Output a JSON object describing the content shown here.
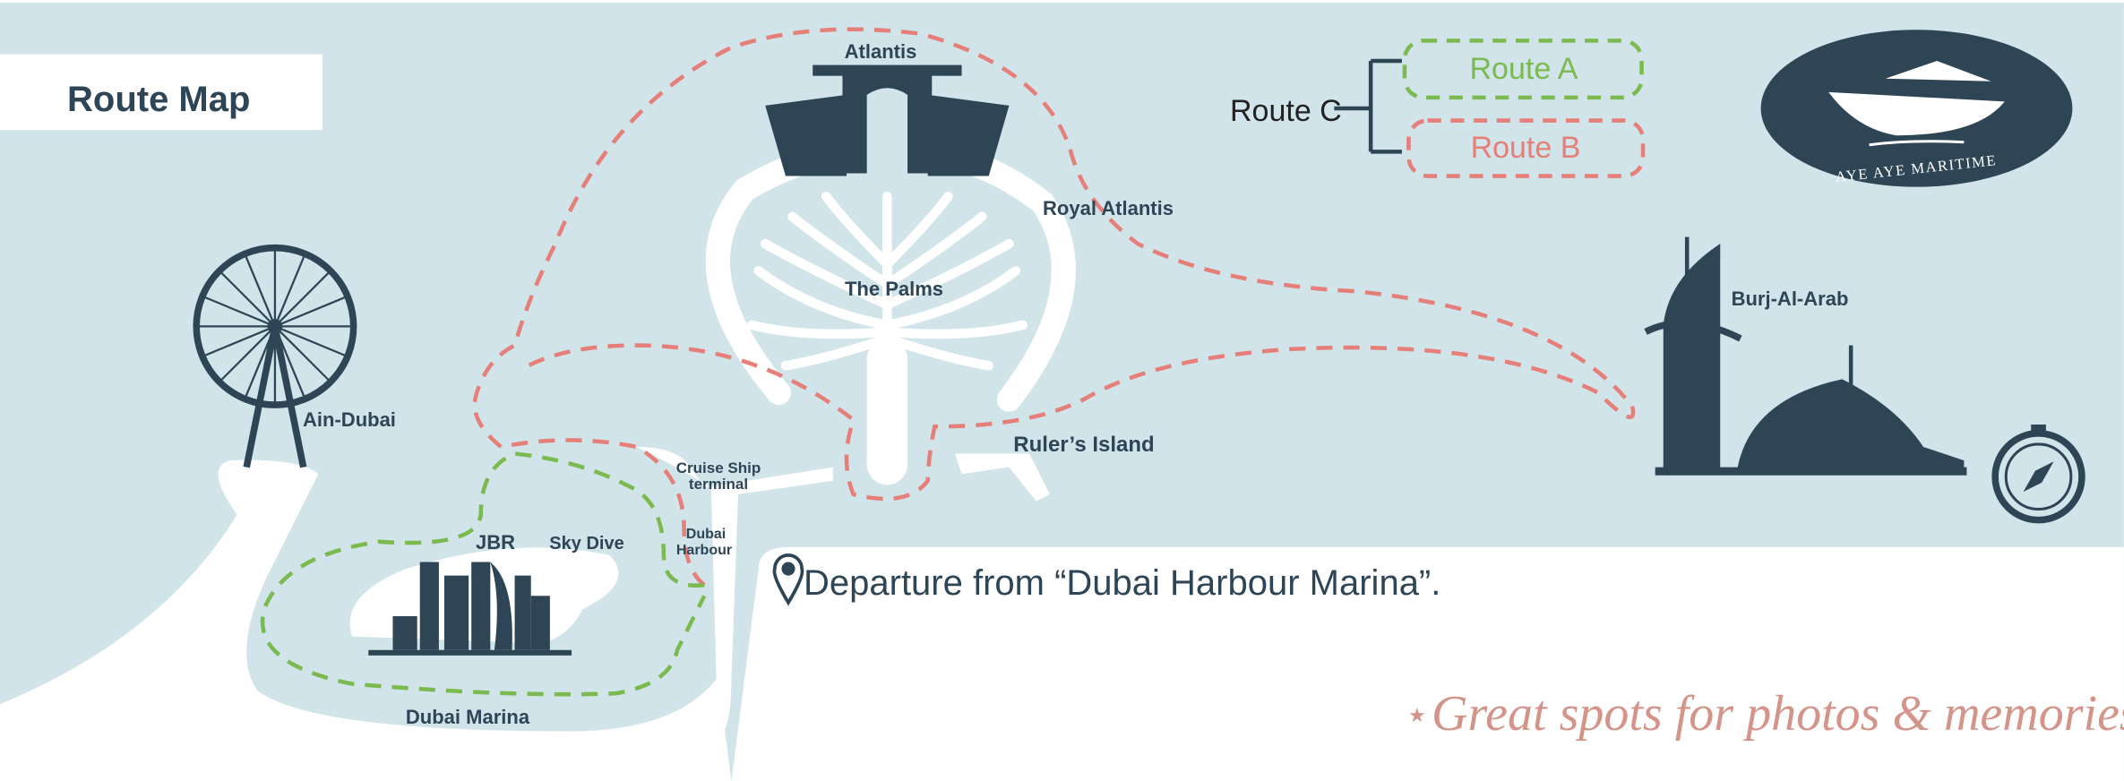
{
  "title": "Route Map",
  "legend": {
    "route_c": "Route C",
    "route_a": "Route A",
    "route_b": "Route B"
  },
  "logo": {
    "text": "Aye Aye Maritime"
  },
  "places": {
    "atlantis": "Atlantis",
    "royal_atlantis": "Royal Atlantis",
    "the_palms": "The Palms",
    "burj_al_arab": "Burj-Al-Arab",
    "rulers_island": "Ruler’s Island",
    "cruise_ship_1": "Cruise Ship",
    "cruise_ship_2": "terminal",
    "dubai_harbour_1": "Dubai",
    "dubai_harbour_2": "Harbour",
    "jbr": "JBR",
    "sky_dive": "Sky Dive",
    "ain_dubai": "Ain-Dubai",
    "dubai_marina": "Dubai Marina"
  },
  "departure": "Departure from “Dubai Harbour Marina”.",
  "tagline": "Great spots for photos & memories.",
  "tagline_star": "★",
  "colors": {
    "water": "#d0e4ea",
    "land": "#ffffff",
    "dark": "#2e4556",
    "route_a": "#7aba4f",
    "route_b": "#e57f78",
    "tagline": "#d4948a"
  }
}
